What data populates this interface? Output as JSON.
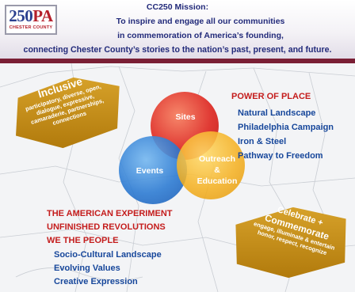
{
  "logo": {
    "number": "250",
    "letters": "PA",
    "subtitle": "CHESTER COUNTY"
  },
  "header": {
    "title": "CC250 Mission:",
    "line1": "To inspire and engage all our communities",
    "line2": "in commemoration of America’s founding,",
    "line3": "connecting Chester County’s stories to the nation’s past, present, and future."
  },
  "inclusive": {
    "title": "Inclusive",
    "subtitle": "participatory, diverse, open, dialogue, expressive, camaraderie, partnerships, connections"
  },
  "venn": {
    "sites": "Sites",
    "events": "Events",
    "outreach": "Outreach",
    "amp": "&",
    "education": "Education"
  },
  "power_of_place": {
    "title": "POWER OF PLACE",
    "items": [
      "Natural Landscape",
      "Philadelphia Campaign",
      "Iron & Steel",
      "Pathway to Freedom"
    ]
  },
  "american_experiment": {
    "lines": [
      "THE AMERICAN EXPERIMENT",
      "UNFINISHED REVOLUTIONS",
      "WE THE PEOPLE"
    ],
    "items": [
      "Socio-Cultural Landscape",
      "Evolving Values",
      "Creative Expression"
    ]
  },
  "celebrate": {
    "title1": "Celebrate +",
    "title2": "Commemorate",
    "subtitle": "engage, illuminate & entertain honor, respect, recognize"
  },
  "colors": {
    "navy": "#222a7a",
    "red": "#c41c1c",
    "blue": "#17479b",
    "gold": "#c48f1c",
    "maroon": "#7a1f35"
  }
}
